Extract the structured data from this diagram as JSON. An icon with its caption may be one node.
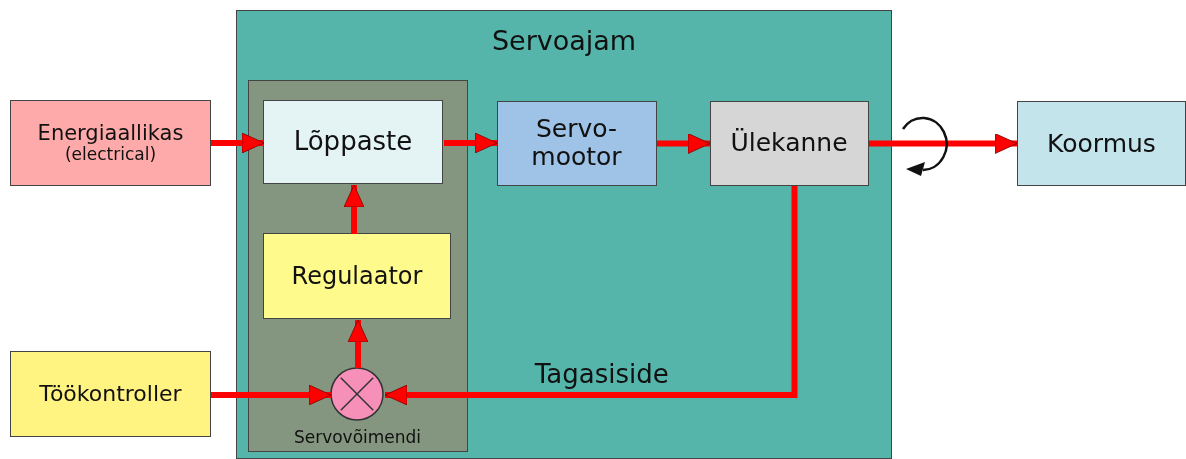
{
  "diagram": {
    "nodes": [
      {
        "text": [
          "Servoajam"
        ]
      },
      {
        "text": [
          "Energiaallikas",
          "(electrical)"
        ]
      },
      {
        "text": [
          "Servovõimendi"
        ],
        "in": 0
      },
      {
        "text": [
          "Lõppaste"
        ],
        "in": 2
      },
      {
        "text": [
          "Servo-mootor"
        ],
        "in": 0
      },
      {
        "text": [
          "Ülekanne"
        ],
        "in": 0
      },
      {
        "text": [
          "Koormus"
        ]
      },
      {
        "text": [
          "Regulaator"
        ],
        "in": 2
      },
      {
        "text": [
          "Töökontroller"
        ]
      },
      {
        "text": [],
        "shape": "circle",
        "in": 2
      }
    ],
    "edges": [
      {
        "from": 1,
        "to": 3,
        "arrow": "to"
      },
      {
        "from": 3,
        "to": 4,
        "arrow": "to"
      },
      {
        "from": 4,
        "to": 5,
        "arrow": "to"
      },
      {
        "from": 5,
        "to": 6,
        "arrow": "to"
      },
      {
        "from": 7,
        "to": 3,
        "arrow": "to"
      },
      {
        "from": 9,
        "to": 7,
        "arrow": "to"
      },
      {
        "from": 8,
        "to": 9,
        "arrow": "to"
      },
      {
        "from": 5,
        "to": 9,
        "arrow": "to",
        "label": "Tagasiside"
      }
    ]
  }
}
